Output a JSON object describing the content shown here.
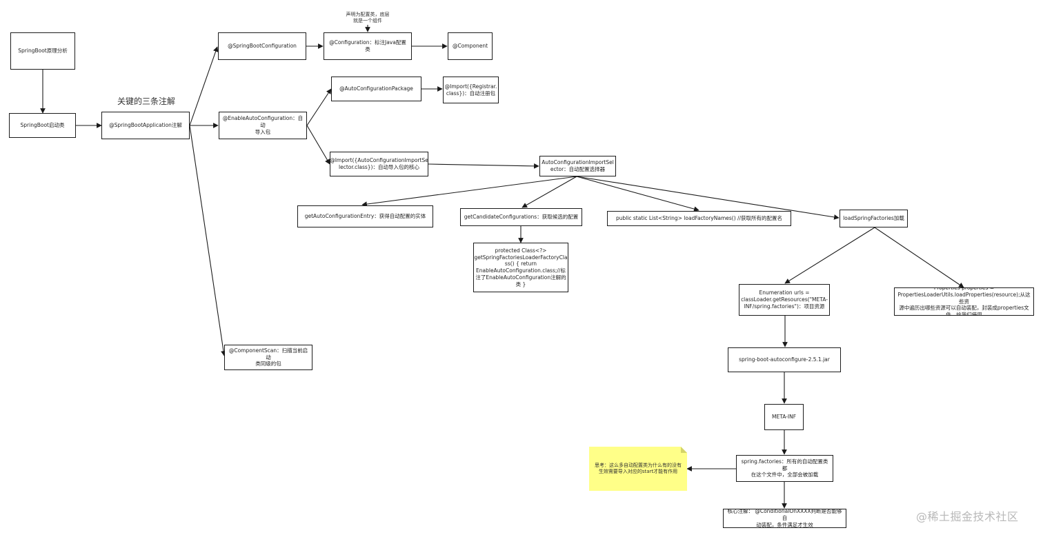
{
  "nodes": {
    "principle": "SpringBoot原理分析",
    "startup": "SpringBoot启动类",
    "app_anno": "@SpringBootApplication注解",
    "sb_config": "@SpringBootConfiguration",
    "config": "@Configuration：标注Java配置类",
    "component": "@Component",
    "enable_auto": "@EnableAutoConfiguration：自动\n导入包",
    "auto_pkg": "@AutoConfigurationPackage",
    "import_registrar": "@Import({Registrar.\nclass})：自动注册包",
    "import_selector": "@Import({AutoConfigurationImportSe\nlector.class})：自动导入包的核心",
    "selector": "AutoConfigurationImportSel\nector：自动配置选择器",
    "get_entry": "getAutoConfigurationEntry：获得自动配置的实体",
    "get_candidates": "getCandidateConfigurations：获取候选的配置",
    "load_names": "public static List<String> loadFactoryNames()  //获取所有的配置名",
    "load_factories": "loadSpringFactories加载",
    "protected_class": "protected Class<?>\ngetSpringFactoriesLoaderFactoryCla\nss() { return\nEnableAutoConfiguration.class;//标\n注了EnableAutoConfiguration注解的\n类 }",
    "enum_urls": "Enumeration urls =\nclassLoader.getResources(\"META-\nINF/spring.factories\")：项目资源",
    "properties": "Properties properties =\nPropertiesLoaderUtils.loadProperties(resource);从这些资\n源中遍历出哪些资源可以自动装配，封装成properties文\n件，给我们使用",
    "jar": "spring-boot-autoconfigure-2.5.1.jar",
    "meta_inf": "META-INF",
    "spring_factories": "spring.factories：所有的自动配置类都\n在这个文件中，全部会被加载",
    "core_anno": "核心注解： @ConditionalOnXXXX判断是否能够自\n动装配，条件满足才生效",
    "component_scan": "@ComponentScan：扫描当前启动\n类同级的包"
  },
  "annotations": {
    "three_annotations": "关键的三条注解",
    "config_note": "声明为配置类，底层\n就是一个组件",
    "thinking_note": "思考：这么多自动配置类为什么有的没有\n生效需要导入对应的start才能有作用"
  },
  "watermark": "@稀土掘金技术社区",
  "colors": {
    "line": "#1a1a1a",
    "sticky": "#ffff88"
  }
}
